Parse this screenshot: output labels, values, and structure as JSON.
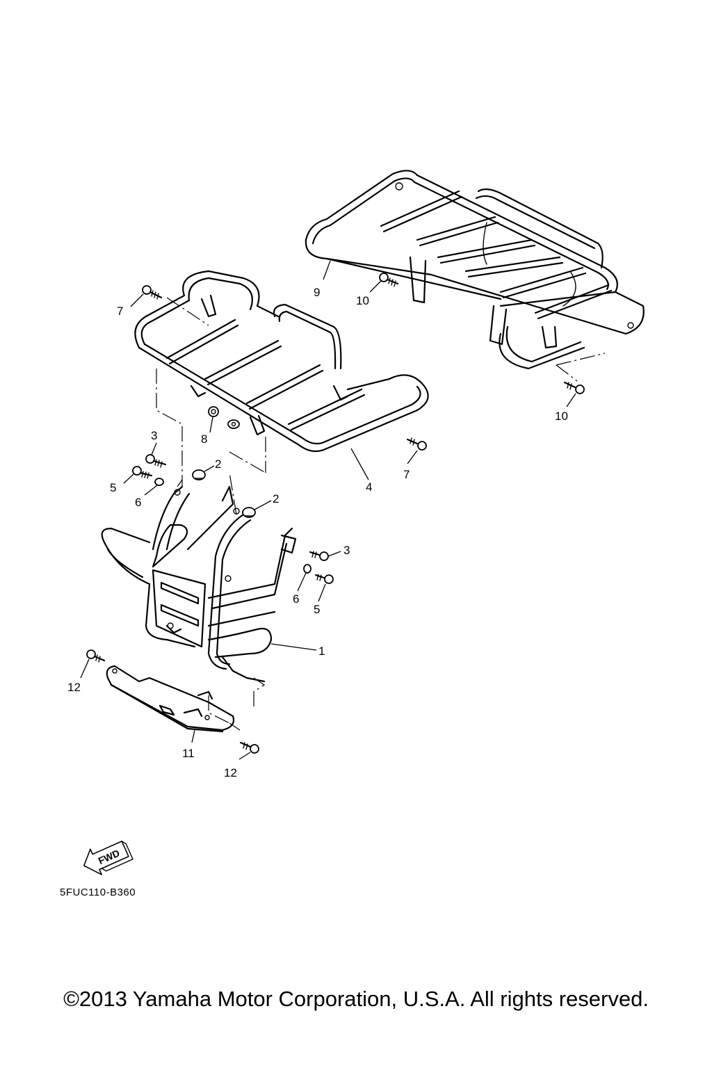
{
  "callouts": [
    {
      "id": "c1",
      "text": "1"
    },
    {
      "id": "c2a",
      "text": "2"
    },
    {
      "id": "c2b",
      "text": "2"
    },
    {
      "id": "c3a",
      "text": "3"
    },
    {
      "id": "c3b",
      "text": "3"
    },
    {
      "id": "c4",
      "text": "4"
    },
    {
      "id": "c5a",
      "text": "5"
    },
    {
      "id": "c5b",
      "text": "5"
    },
    {
      "id": "c6a",
      "text": "6"
    },
    {
      "id": "c6b",
      "text": "6"
    },
    {
      "id": "c7a",
      "text": "7"
    },
    {
      "id": "c7b",
      "text": "7"
    },
    {
      "id": "c8",
      "text": "8"
    },
    {
      "id": "c9",
      "text": "9"
    },
    {
      "id": "c10a",
      "text": "10"
    },
    {
      "id": "c10b",
      "text": "10"
    },
    {
      "id": "c11",
      "text": "11"
    },
    {
      "id": "c12a",
      "text": "12"
    },
    {
      "id": "c12b",
      "text": "12"
    }
  ],
  "fwd_arrow": {
    "text": "FWD"
  },
  "diagram_code": "5FUC110-B360",
  "copyright": "©2013 Yamaha Motor Corporation, U.S.A. All rights reserved."
}
